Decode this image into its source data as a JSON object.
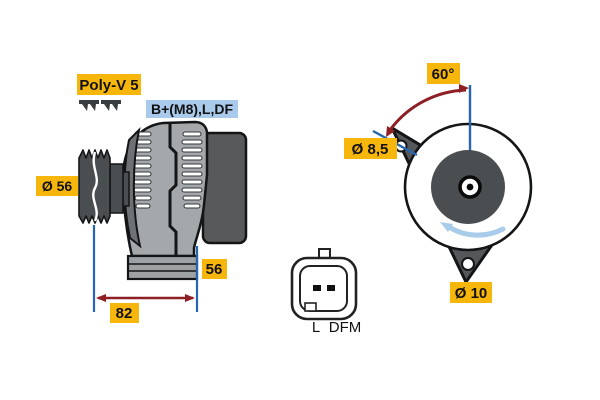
{
  "diagram": {
    "title_hint": "alternator technical drawing",
    "side_view": {
      "belt_label": "Poly-V 5",
      "terminal_label": "B+(M8),L,DF",
      "pulley_diameter_label": "Ø 56",
      "foot_dim_label": "56",
      "length_dim_label": "82"
    },
    "front_view": {
      "angle_label": "60°",
      "top_hole_label": "Ø 8,5",
      "bottom_hole_label": "Ø 10"
    },
    "connector": {
      "pin_labels": [
        "L",
        "DFM"
      ]
    },
    "colors": {
      "label_yellow": "#F6B60C",
      "label_blue": "#A9CAEA",
      "dimension_red": "#8E2025",
      "dimension_blue": "#2766AE",
      "rotation_arrow_blue": "#A8CCEA",
      "body_gray": "#A4A8AA",
      "housing_dark_gray": "#58595B",
      "pulley_gray": "#4A4E51",
      "outline_black": "#141517"
    }
  }
}
